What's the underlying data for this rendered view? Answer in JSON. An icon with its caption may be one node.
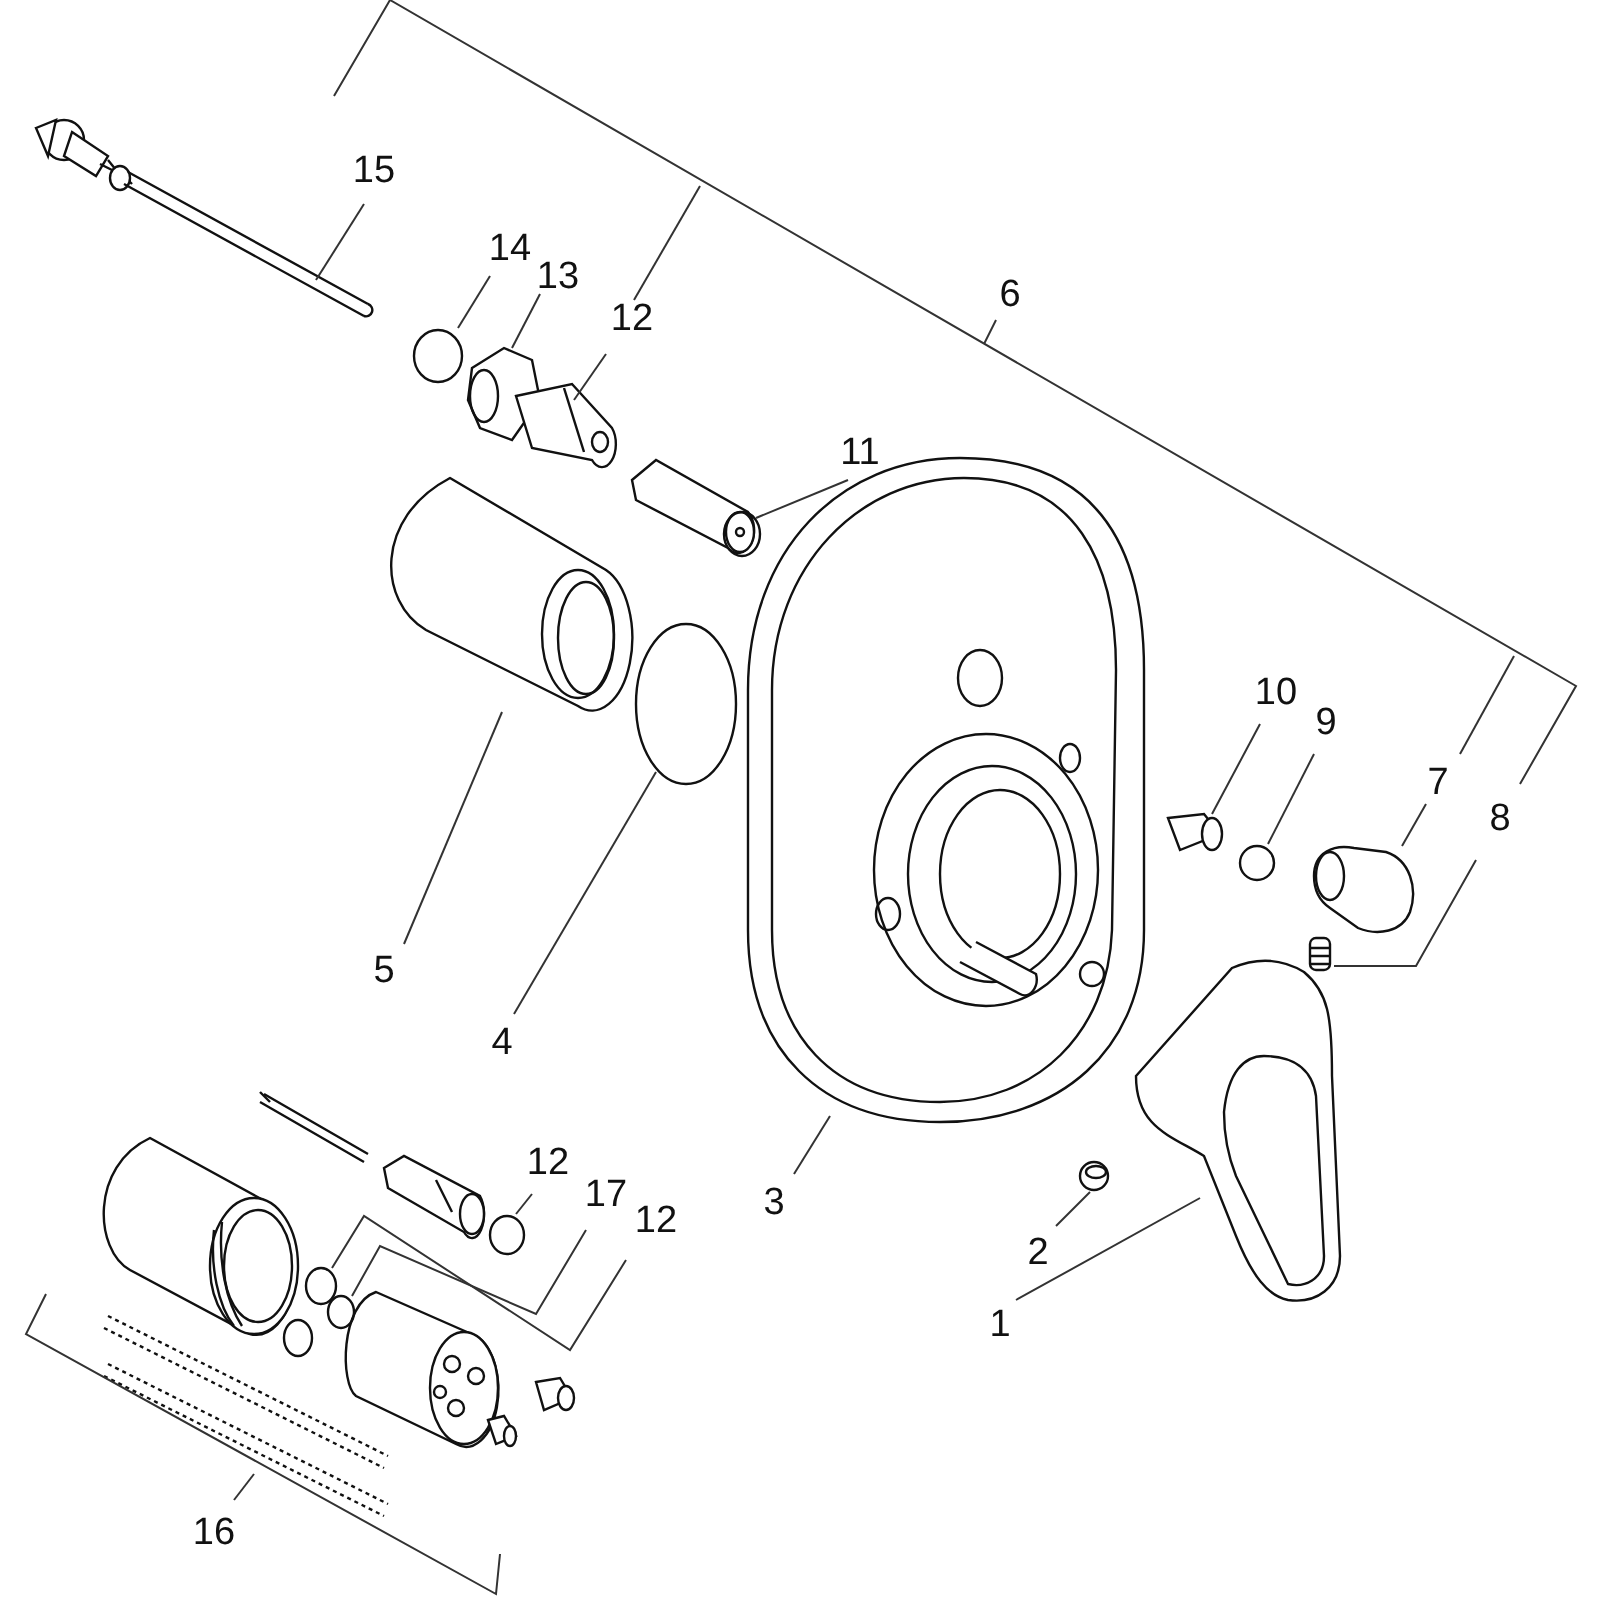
{
  "diagram": {
    "nodes": [
      {
        "text": [
          "15"
        ]
      },
      {
        "text": [
          "14"
        ]
      },
      {
        "text": [
          "13"
        ]
      },
      {
        "text": [
          "12"
        ]
      },
      {
        "text": [
          "11"
        ]
      },
      {
        "text": [
          "10"
        ]
      },
      {
        "text": [
          "9"
        ]
      },
      {
        "text": [
          "7"
        ]
      },
      {
        "text": [
          "8"
        ]
      },
      {
        "text": [
          "5"
        ]
      },
      {
        "text": [
          "4"
        ]
      },
      {
        "text": [
          "3"
        ]
      },
      {
        "text": [
          "2"
        ]
      },
      {
        "text": [
          "1"
        ]
      },
      {
        "text": [
          "12"
        ]
      },
      {
        "text": [
          "17"
        ]
      },
      {
        "text": [
          "12"
        ]
      },
      {
        "text": [],
        "shape": "picture"
      },
      {
        "text": [],
        "shape": "circle"
      },
      {
        "text": [],
        "shape": "picture"
      },
      {
        "text": [],
        "shape": "picture"
      },
      {
        "text": [],
        "shape": "circle"
      },
      {
        "text": [],
        "shape": "picture"
      },
      {
        "text": [],
        "shape": "circle"
      },
      {
        "text": [],
        "shape": "picture"
      },
      {
        "text": [],
        "shape": "picture"
      },
      {
        "text": [],
        "shape": "picture"
      },
      {
        "text": [],
        "shape": "circle"
      },
      {
        "text": [],
        "shape": "picture"
      },
      {
        "text": [],
        "shape": "picture"
      },
      {
        "text": [],
        "shape": "picture"
      },
      {
        "text": [],
        "shape": "circle"
      },
      {
        "text": [],
        "shape": "circle"
      },
      {
        "text": [],
        "shape": "circle"
      }
    ],
    "edges": [
      {
        "from": 0,
        "to": 17,
        "arrow": "none"
      },
      {
        "from": 1,
        "to": 18,
        "arrow": "none"
      },
      {
        "from": 2,
        "to": 19,
        "arrow": "none"
      },
      {
        "from": 3,
        "to": 20,
        "arrow": "none"
      },
      {
        "from": 4,
        "to": 21,
        "arrow": "none"
      },
      {
        "from": 5,
        "to": 22,
        "arrow": "none"
      },
      {
        "from": 6,
        "to": 23,
        "arrow": "none"
      },
      {
        "from": 7,
        "to": 24,
        "arrow": "none"
      },
      {
        "from": 8,
        "to": 25,
        "arrow": "none"
      },
      {
        "from": 9,
        "to": 26,
        "arrow": "none"
      },
      {
        "from": 10,
        "to": 27,
        "arrow": "none"
      },
      {
        "from": 11,
        "to": 28,
        "arrow": "none"
      },
      {
        "from": 12,
        "to": 29,
        "arrow": "none"
      },
      {
        "from": 13,
        "to": 30,
        "arrow": "none"
      },
      {
        "from": 14,
        "to": 31,
        "arrow": "none"
      },
      {
        "from": 15,
        "to": 32,
        "arrow": "none"
      },
      {
        "from": 16,
        "to": 33,
        "arrow": "none"
      }
    ],
    "labels": [
      "6",
      "16"
    ]
  }
}
